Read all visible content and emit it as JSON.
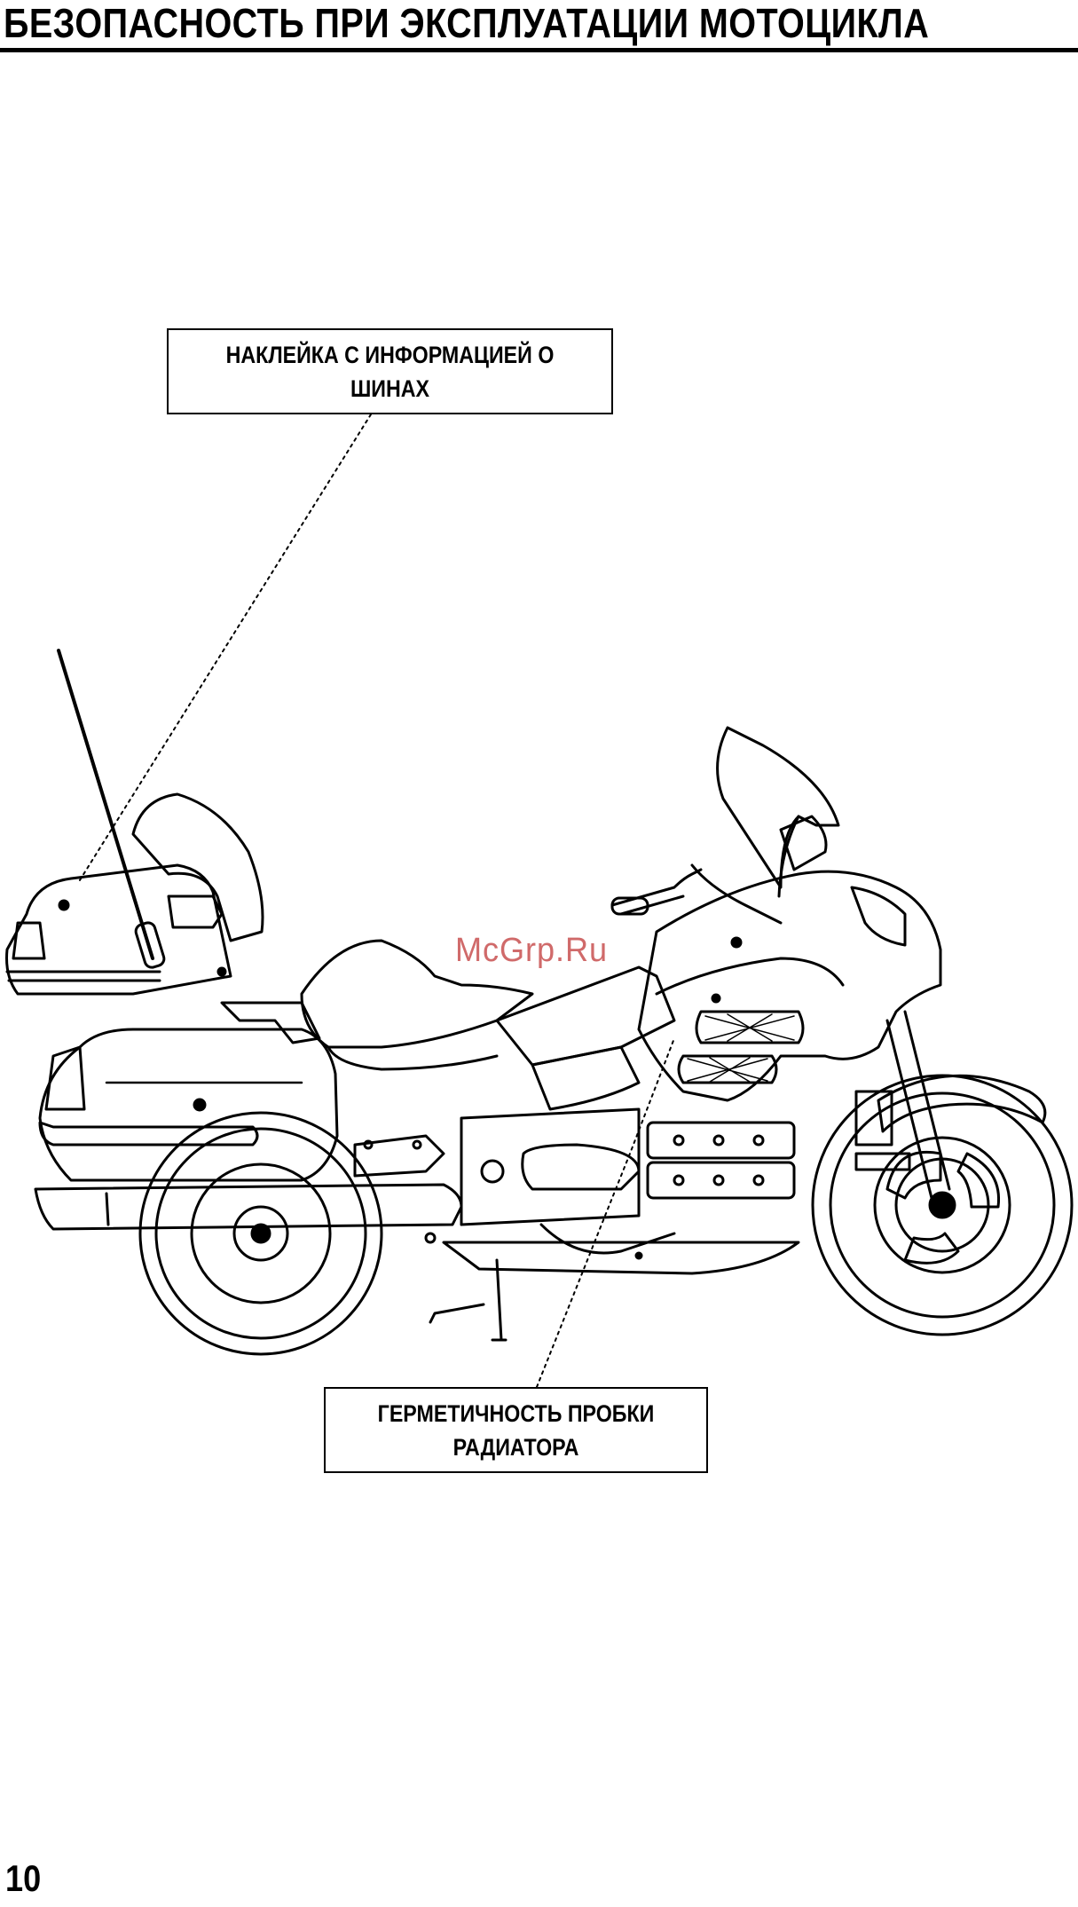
{
  "header": {
    "title": "БЕЗОПАСНОСТЬ ПРИ ЭКСПЛУАТАЦИИ МОТОЦИКЛА"
  },
  "callouts": {
    "tire_label": "НАКЛЕЙКА С ИНФОРМАЦИЕЙ О ШИНАХ",
    "radiator_label": "ГЕРМЕТИЧНОСТЬ ПРОБКИ РАДИАТОРА"
  },
  "watermark": {
    "text": "McGrp.Ru",
    "color": "#d06a6a"
  },
  "footer": {
    "page_number": "10"
  },
  "illustration": {
    "subject": "motorcycle-side-view"
  }
}
